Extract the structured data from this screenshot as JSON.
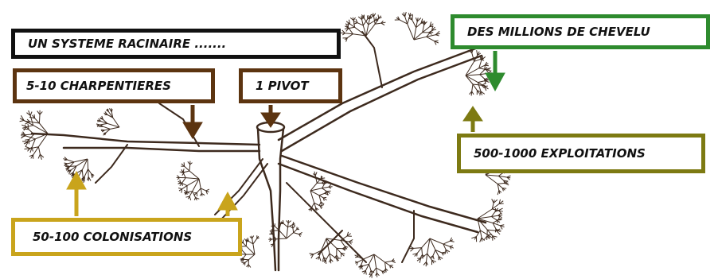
{
  "labels": {
    "title": "UN SYSTEME RACINAIRE .......",
    "charpentieres": "5-10 CHARPENTIERES",
    "pivot": "1 PIVOT",
    "chevelu": "DES MILLIONS DE CHEVELU",
    "exploitations": "500-1000 EXPLOITATIONS",
    "colonisations": "50-100 COLONISATIONS"
  },
  "colors": {
    "root": "#3d2a1e",
    "title_border": "#111111",
    "brown": "#5c3410",
    "green": "#2e8b2e",
    "olive": "#7d7a12",
    "gold": "#c9a41c"
  }
}
